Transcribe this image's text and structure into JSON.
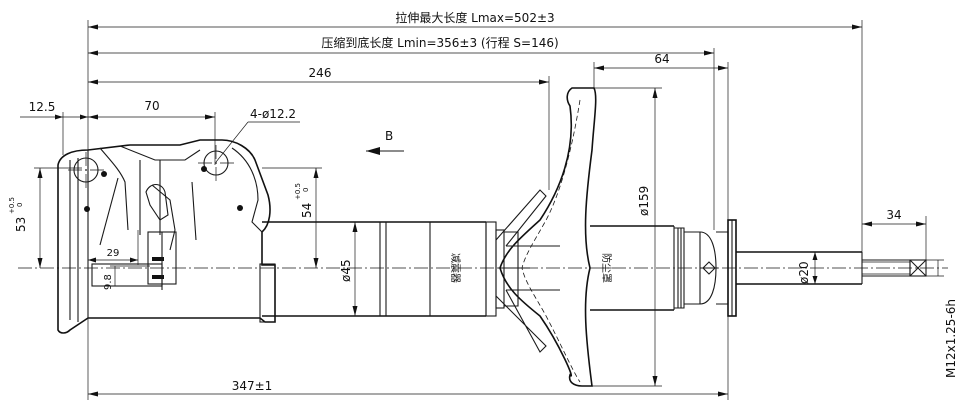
{
  "dimensions": {
    "lmax": "拉伸最大长度 Lmax=502±3",
    "lmin": "压缩到底长度 Lmin=356±3 (行程 S=146)",
    "d246": "246",
    "d64": "64",
    "d12_5": "12.5",
    "d70": "70",
    "holes": "4-ø12.2",
    "d53": "53",
    "d53_tol_up": "+0.5",
    "d53_tol_low": "0",
    "d54": "54",
    "d54_tol_up": "+0.5",
    "d54_tol_low": "0",
    "d29": "29",
    "d9_8": "9.8",
    "d45": "ø45",
    "d159": "ø159",
    "d20": "ø20",
    "d34": "34",
    "thread": "M12x1.25-6h",
    "d347": "347±1"
  },
  "view_label": "B",
  "tube_labels": {
    "label_a": "减震器",
    "label_b": "防尘罩"
  }
}
